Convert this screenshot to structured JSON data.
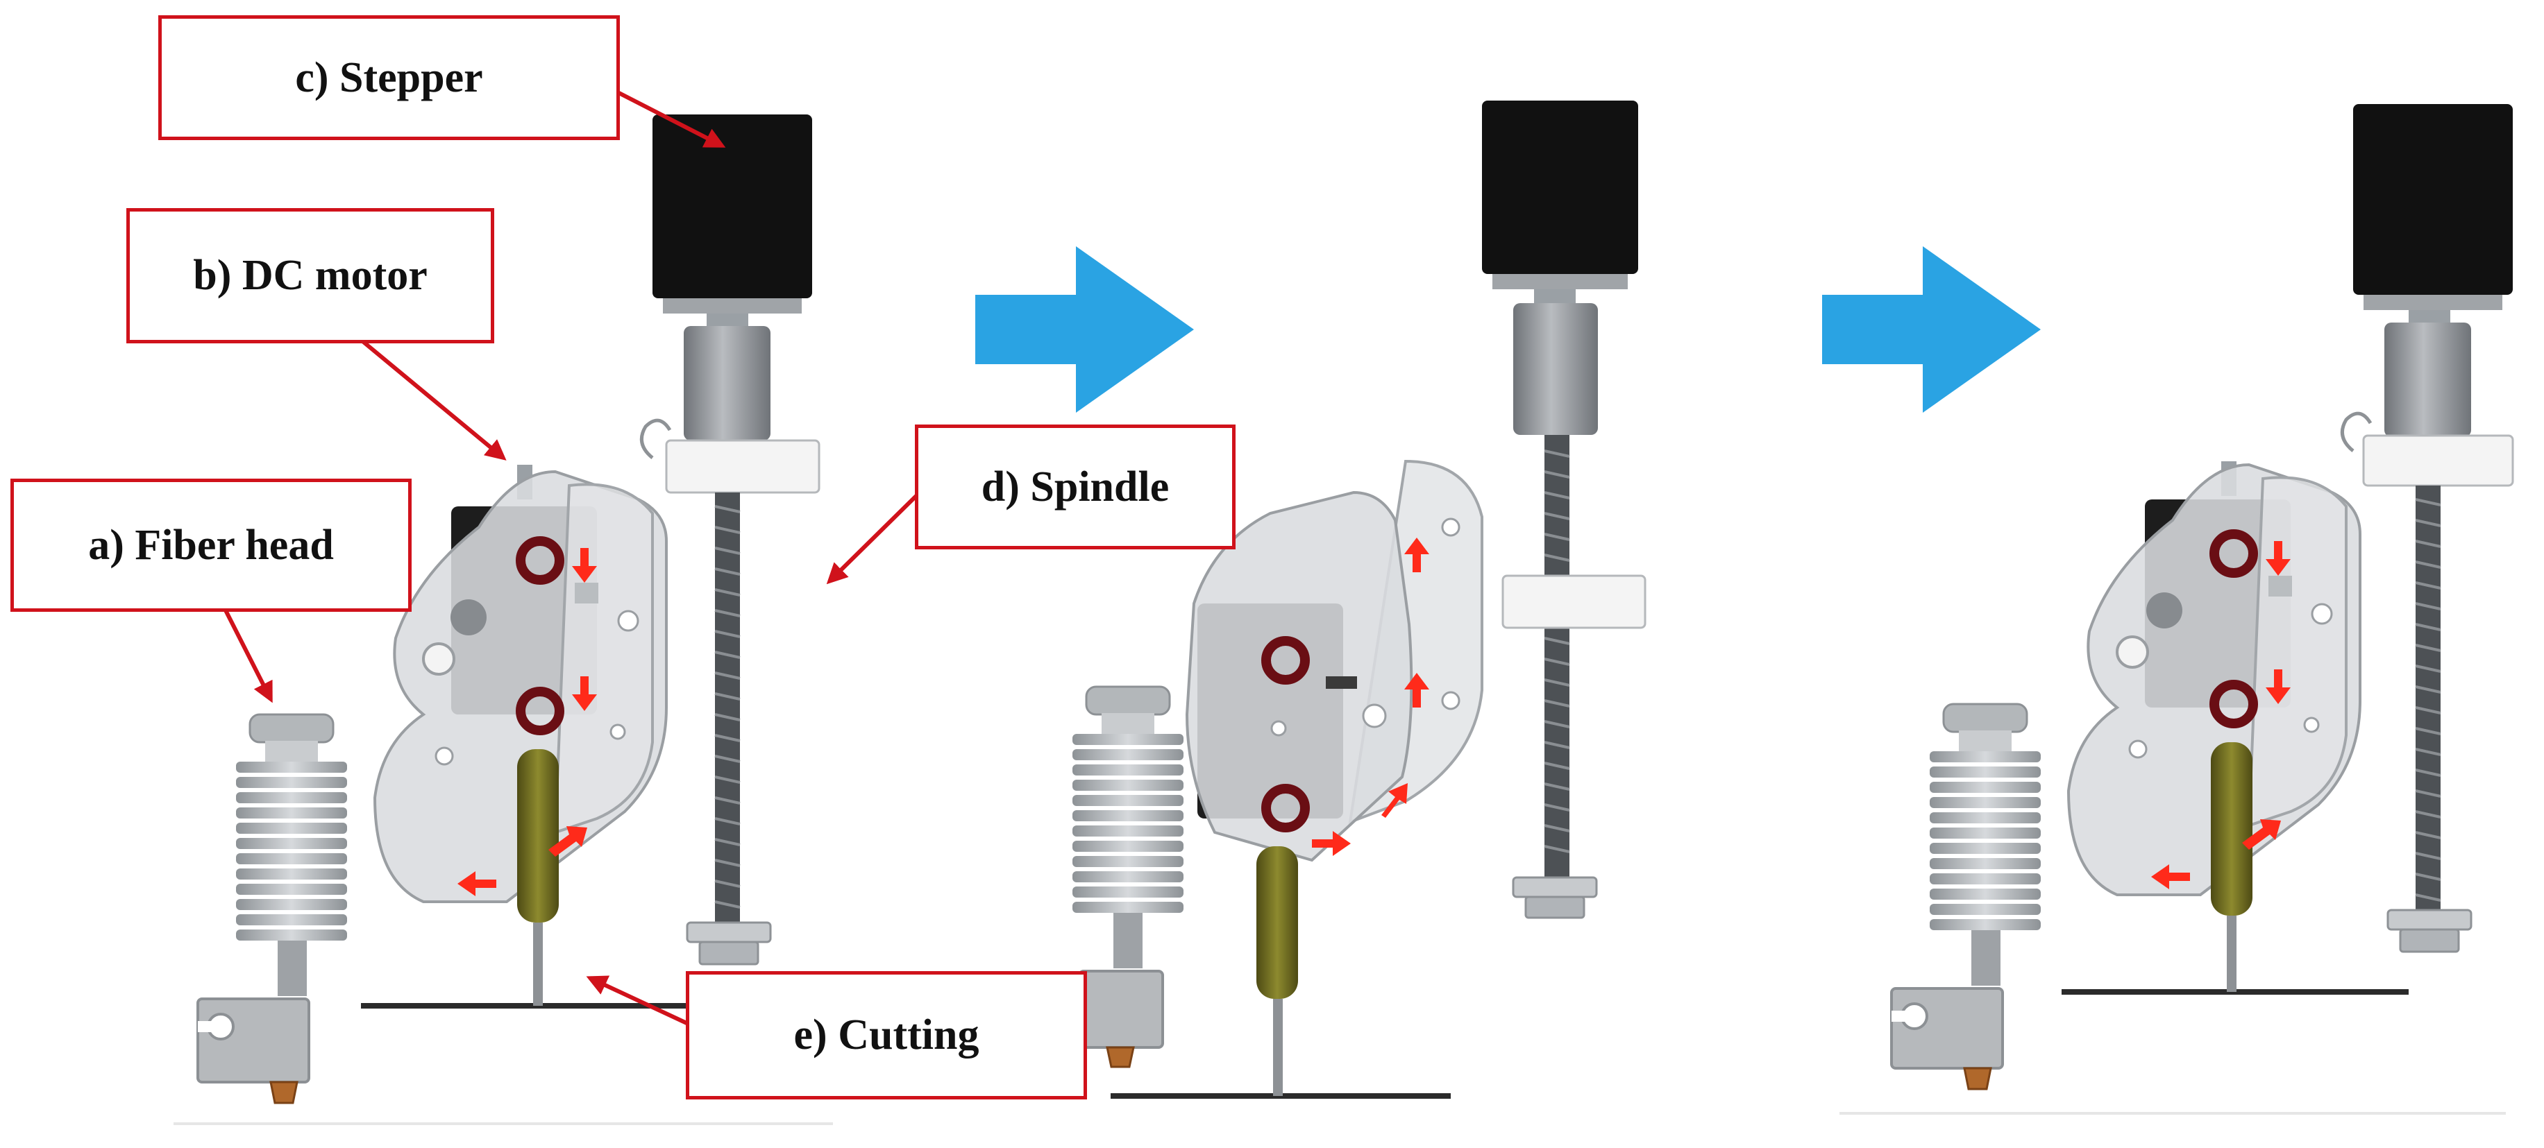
{
  "labels": {
    "stepper": "c) Stepper",
    "dc_motor": "b) DC motor",
    "fiber_head": "a) Fiber head",
    "spindle": "d) Spindle",
    "cutting": "e) Cutting"
  },
  "colors": {
    "callout_border": "#d0121b",
    "leader_arrow": "#d0121b",
    "flow_arrow": "#2aa3e3",
    "motion_arrow": "#ff2a1a",
    "filament": "#6e6a1d",
    "roller": "#6a0e14"
  },
  "stages": [
    "stage-1",
    "stage-2",
    "stage-3"
  ]
}
